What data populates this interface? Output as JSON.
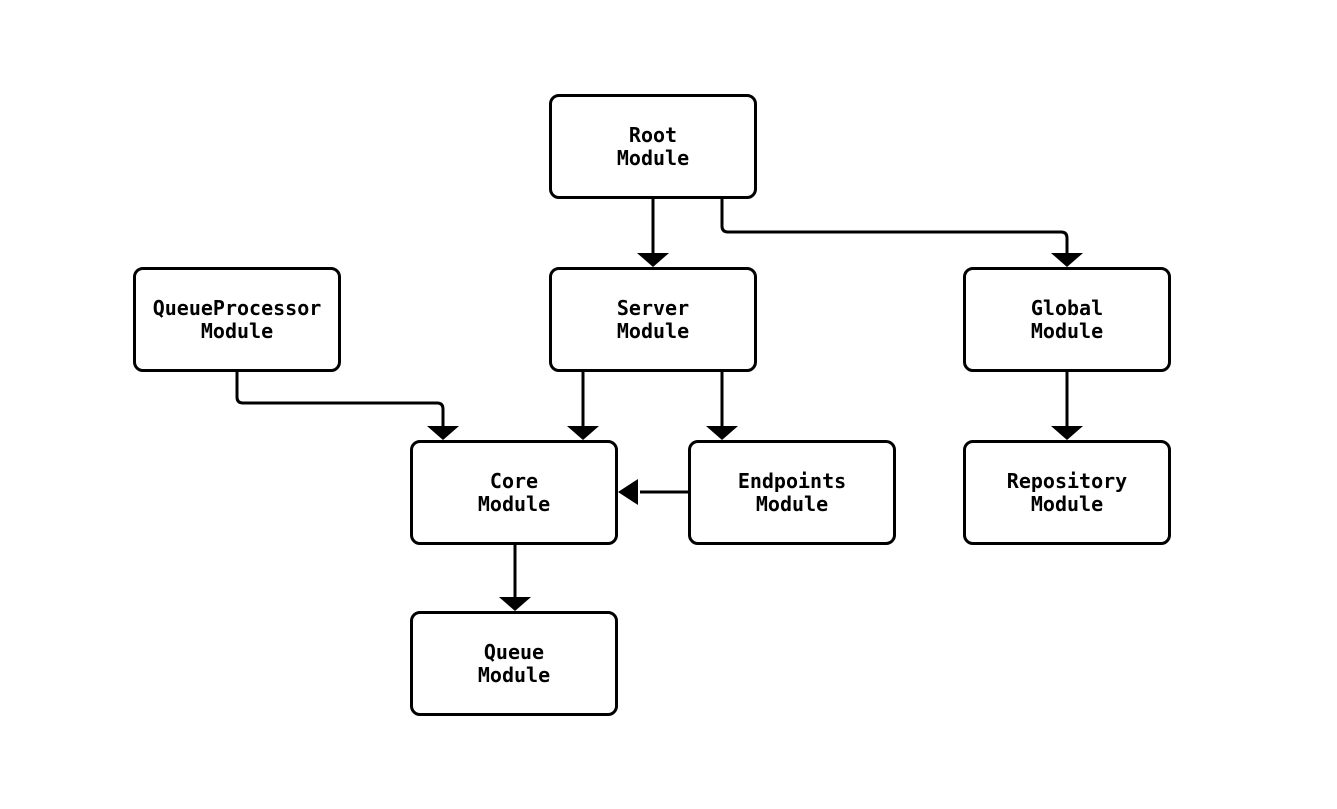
{
  "diagram": {
    "type": "module-dependency-flowchart",
    "background_color": "#ffffff",
    "box_border_color": "#000000",
    "box_fill_color": "#ffffff",
    "edge_color": "#000000",
    "text_color": "#000000",
    "nodes": [
      {
        "id": "root",
        "line1": "Root",
        "line2": "Module"
      },
      {
        "id": "queueprocessor",
        "line1": "QueueProcessor",
        "line2": "Module"
      },
      {
        "id": "server",
        "line1": "Server",
        "line2": "Module"
      },
      {
        "id": "global",
        "line1": "Global",
        "line2": "Module"
      },
      {
        "id": "core",
        "line1": "Core",
        "line2": "Module"
      },
      {
        "id": "endpoints",
        "line1": "Endpoints",
        "line2": "Module"
      },
      {
        "id": "repository",
        "line1": "Repository",
        "line2": "Module"
      },
      {
        "id": "queue",
        "line1": "Queue",
        "line2": "Module"
      }
    ],
    "edges": [
      {
        "from": "Root Module",
        "to": "Server Module",
        "arrow": "filled-triangle"
      },
      {
        "from": "Root Module",
        "to": "Global Module",
        "arrow": "filled-triangle"
      },
      {
        "from": "QueueProcessor Module",
        "to": "Core Module",
        "arrow": "filled-triangle"
      },
      {
        "from": "Server Module",
        "to": "Core Module",
        "arrow": "filled-triangle"
      },
      {
        "from": "Server Module",
        "to": "Endpoints Module",
        "arrow": "filled-triangle"
      },
      {
        "from": "Endpoints Module",
        "to": "Core Module",
        "arrow": "filled-triangle"
      },
      {
        "from": "Global Module",
        "to": "Repository Module",
        "arrow": "filled-triangle"
      },
      {
        "from": "Core Module",
        "to": "Queue Module",
        "arrow": "filled-triangle"
      }
    ]
  }
}
